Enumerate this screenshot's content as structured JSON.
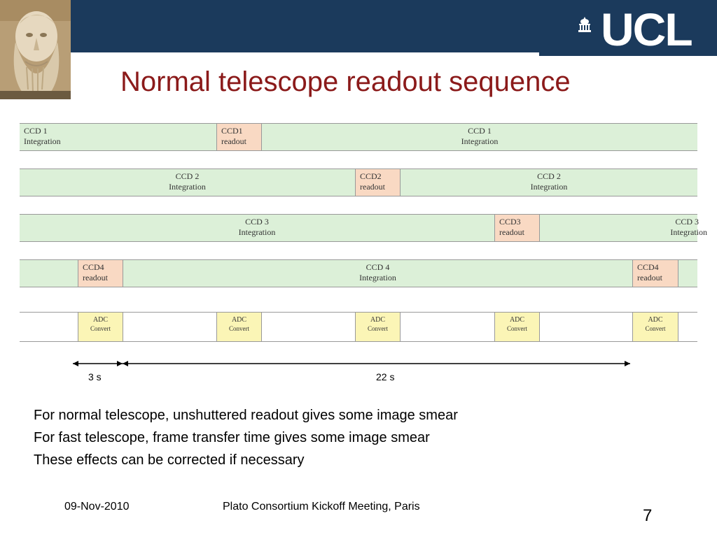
{
  "slide": {
    "title": "Normal telescope readout sequence",
    "logo": "UCL",
    "brand_color": "#1b3a5c",
    "title_color": "#8b1a1a"
  },
  "lanes": [
    {
      "segments": [
        {
          "kind": "integ",
          "line1": "CCD 1",
          "line2": "Integration"
        },
        {
          "kind": "readout",
          "line1": "CCD1",
          "line2": "readout"
        },
        {
          "kind": "integ",
          "line1": "CCD 1",
          "line2": "Integration"
        }
      ]
    },
    {
      "segments": [
        {
          "kind": "integ",
          "line1": "CCD 2",
          "line2": "Integration"
        },
        {
          "kind": "readout",
          "line1": "CCD2",
          "line2": "readout"
        },
        {
          "kind": "integ",
          "line1": "CCD 2",
          "line2": "Integration"
        }
      ]
    },
    {
      "segments": [
        {
          "kind": "integ",
          "line1": "CCD 3",
          "line2": "Integration"
        },
        {
          "kind": "readout",
          "line1": "CCD3",
          "line2": "readout"
        },
        {
          "kind": "integ",
          "line1": "CCD 3",
          "line2": "Integration"
        }
      ]
    },
    {
      "segments": [
        {
          "kind": "integ",
          "line1": "",
          "line2": ""
        },
        {
          "kind": "readout",
          "line1": "CCD4",
          "line2": "readout"
        },
        {
          "kind": "integ",
          "line1": "CCD 4",
          "line2": "Integration"
        },
        {
          "kind": "readout",
          "line1": "CCD4",
          "line2": "readout"
        },
        {
          "kind": "integ",
          "line1": "",
          "line2": ""
        }
      ]
    },
    {
      "segments": [
        {
          "kind": "blank"
        },
        {
          "kind": "adc",
          "line1": "ADC",
          "line2": "Convert"
        },
        {
          "kind": "blank"
        },
        {
          "kind": "adc",
          "line1": "ADC",
          "line2": "Convert"
        },
        {
          "kind": "blank"
        },
        {
          "kind": "adc",
          "line1": "ADC",
          "line2": "Convert"
        },
        {
          "kind": "blank"
        },
        {
          "kind": "adc",
          "line1": "ADC",
          "line2": "Convert"
        },
        {
          "kind": "blank"
        },
        {
          "kind": "adc",
          "line1": "ADC",
          "line2": "Convert"
        },
        {
          "kind": "blank"
        }
      ]
    }
  ],
  "durations": {
    "short": "3 s",
    "long": "22 s"
  },
  "notes": [
    "For normal telescope, unshuttered readout gives some image smear",
    "For fast telescope, frame transfer time gives some image smear",
    "These effects can be corrected if necessary"
  ],
  "footer": {
    "date": "09-Nov-2010",
    "event": "Plato Consortium Kickoff Meeting, Paris",
    "page": "7"
  }
}
